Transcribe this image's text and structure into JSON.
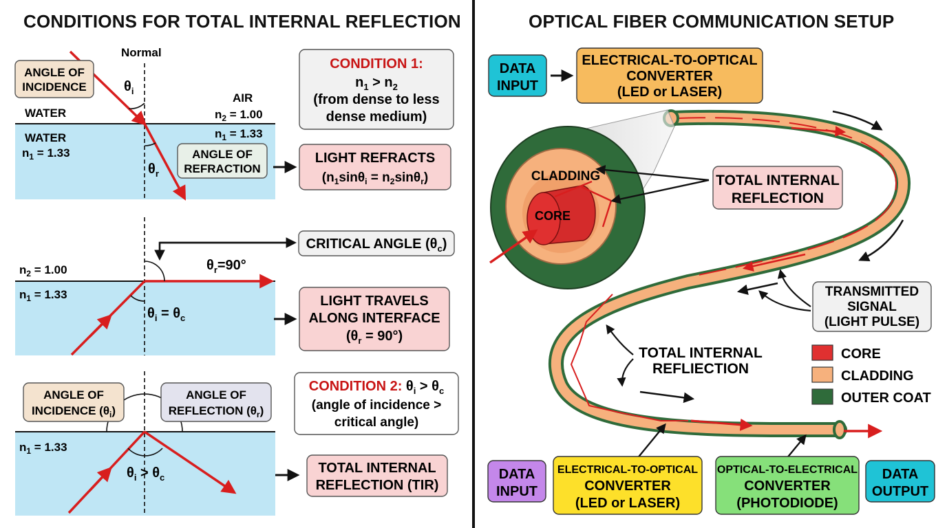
{
  "left": {
    "title": "CONDITIONS FOR TOTAL INTERNAL REFLECTION",
    "panel1": {
      "normal_label": "Normal",
      "angle_incidence_label": [
        "ANGLE OF",
        "INCIDENCE"
      ],
      "theta_i": "θ",
      "theta_i_sub": "i",
      "theta_r": "θ",
      "theta_r_sub": "r",
      "water_top": "WATER",
      "air": "AIR",
      "n2_label": "n",
      "n2_sub": "2",
      "n2_value": " = 1.00",
      "water_label": "WATER",
      "n1_label": "n",
      "n1_sub": "1",
      "n1_value": " = 1.33",
      "angle_refraction_label": [
        "ANGLE OF",
        "REFRACTION"
      ],
      "condition1": {
        "heading": "CONDITION 1:",
        "formula_a": "n",
        "formula_a_sub": "1",
        "formula_op": " > n",
        "formula_b_sub": "2",
        "line2": "(from dense to less",
        "line3": "dense medium)"
      },
      "refracts": {
        "line1": "LIGHT REFRACTS",
        "f_open": "(n",
        "f_s1": "1",
        "f_mid1": "sinθ",
        "f_s2": "i",
        "f_mid2": " = n",
        "f_s3": "2",
        "f_mid3": "sinθ",
        "f_s4": "r",
        "f_close": ")"
      }
    },
    "panel2": {
      "critical": "CRITICAL ANGLE (θ",
      "critical_sub": "c",
      "critical_close": ")",
      "theta_r90": "θ",
      "theta_r90_sub": "r",
      "theta_r90_val": "=90°",
      "n2_label": "n",
      "n2_sub": "2",
      "n2_value": " = 1.00",
      "n1_label": "n",
      "n1_sub": "1",
      "n1_value": " = 1.33",
      "eq_a": "θ",
      "eq_a_sub": "i",
      "eq_mid": " = θ",
      "eq_b_sub": "c",
      "travels": {
        "line1": "LIGHT TRAVELS",
        "line2": "ALONG INTERFACE",
        "line3_open": "(θ",
        "line3_sub": "r",
        "line3_close": " = 90°)"
      }
    },
    "panel3": {
      "incidence_box": [
        "ANGLE OF",
        "INCIDENCE (θ"
      ],
      "incidence_sub": "i",
      "reflection_box": [
        "ANGLE OF",
        "REFLECTION (θ"
      ],
      "reflection_sub": "r",
      "close_paren": ")",
      "condition2_heading": "CONDITION 2:",
      "condition2_formula": " θ",
      "condition2_sub1": "i",
      "condition2_mid": " > θ",
      "condition2_sub2": "c",
      "condition2_line2": "(angle of incidence >",
      "condition2_line3": "critical angle)",
      "n1_label": "n",
      "n1_sub": "1",
      "n1_value": " = 1.33",
      "ineq_a": "θ",
      "ineq_a_sub": "i",
      "ineq_mid": " > θ",
      "ineq_b_sub": "c",
      "tir": [
        "TOTAL INTERNAL",
        "REFLECTION (TIR)"
      ]
    }
  },
  "right": {
    "title": "OPTICAL FIBER COMMUNICATION SETUP",
    "data_input_top": [
      "DATA",
      "INPUT"
    ],
    "e2o_top": [
      "ELECTRICAL-TO-OPTICAL",
      "CONVERTER",
      "(LED or LASER)"
    ],
    "cladding": "CLADDING",
    "core": "CORE",
    "tir_box": [
      "TOTAL INTERNAL",
      "REFLECTION"
    ],
    "transmitted": [
      "TRANSMITTED",
      "SIGNAL",
      "(LIGHT PULSE)"
    ],
    "tir_label": [
      "TOTAL INTERNAL",
      "REFLIECTION"
    ],
    "legend": [
      {
        "label": "CORE",
        "color": "#e03030"
      },
      {
        "label": "CLADDING",
        "color": "#f6b17d"
      },
      {
        "label": "OUTER COAT",
        "color": "#2f6b3a"
      }
    ],
    "data_input_bottom": [
      "DATA",
      "INPUT"
    ],
    "e2o_bottom": [
      "ELECTRICAL-TO-OPTICAL",
      "CONVERTER",
      "(LED or LASER)"
    ],
    "o2e_bottom": [
      "OPTICAL-TO-ELECTRICAL",
      "CONVERTER",
      "(PHOTODIODE)"
    ],
    "data_output": [
      "DATA",
      "OUTPUT"
    ]
  },
  "colors": {
    "water": "#bfe6f5",
    "ray": "#d81e1e",
    "red_text": "#c81414",
    "pink_box": "#f9d3d3",
    "grey_box": "#f1f1f1",
    "beige_box": "#f4e3cf",
    "lavender_box": "#e3e3ee",
    "teal_box": "#1fc3d6",
    "orange_box": "#f7bb5e",
    "purple_box": "#c487ea",
    "yellow_box": "#fde02a",
    "green_box": "#86e07a",
    "outer_coat": "#2f6b3a",
    "cladding": "#f6b17d",
    "core": "#e03030"
  }
}
